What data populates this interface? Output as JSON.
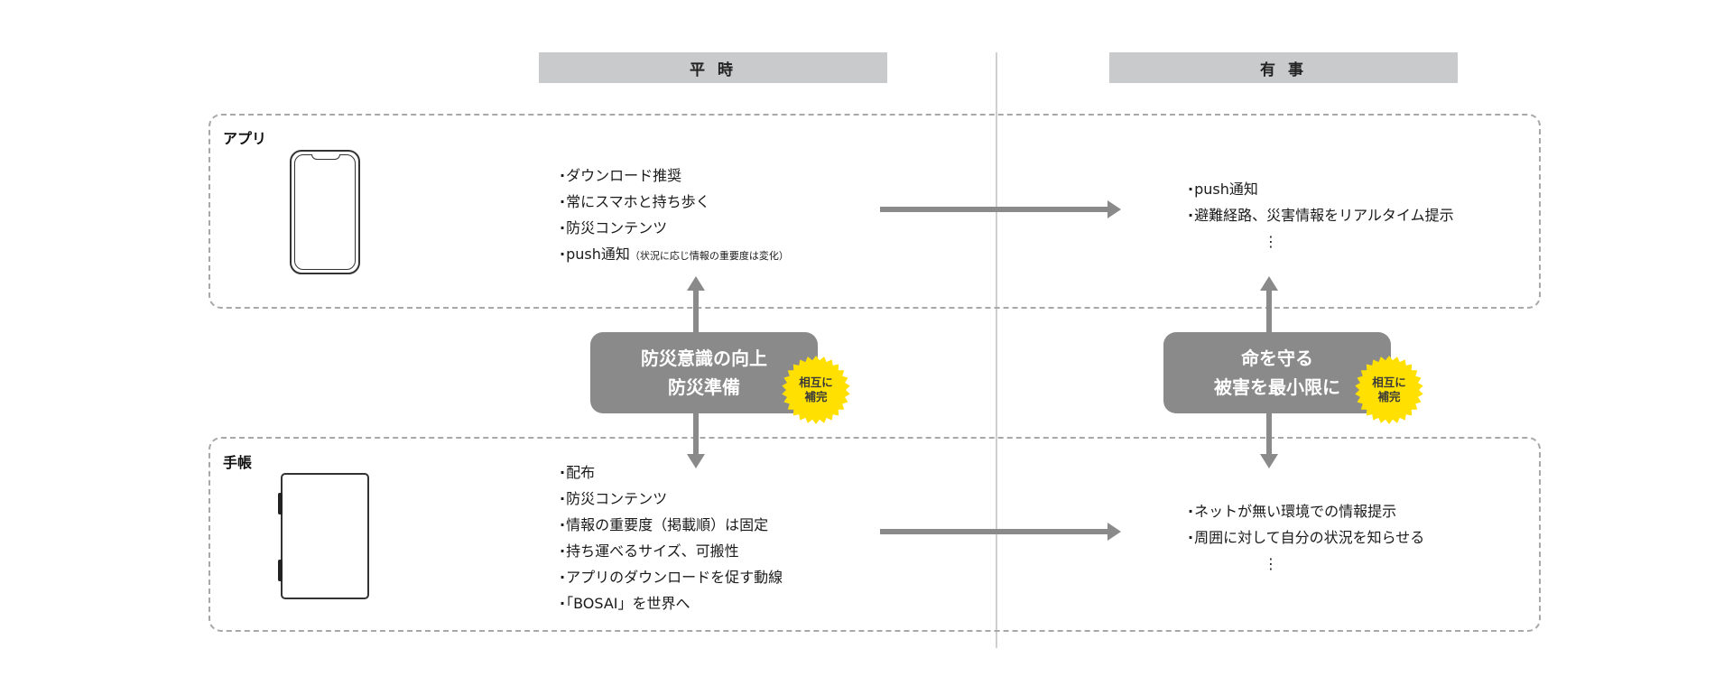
{
  "columns": {
    "peacetime": "平 時",
    "emergency": "有 事"
  },
  "sections": {
    "app_label": "アプリ",
    "notebook_label": "手帳"
  },
  "app": {
    "peacetime_items": [
      "ダウンロード推奨",
      "常にスマホと持ち歩く",
      "防災コンテンツ",
      "push通知"
    ],
    "push_note": "（状況に応じ情報の重要度は変化）",
    "emergency_items": [
      "push通知",
      "避難経路、災害情報をリアルタイム提示"
    ],
    "emergency_more": "⋮"
  },
  "notebook": {
    "peacetime_items": [
      "配布",
      "防災コンテンツ",
      "情報の重要度（掲載順）は固定",
      "持ち運べるサイズ、可搬性",
      "アプリのダウンロードを促す動線",
      "「BOSAI」を世界へ"
    ],
    "emergency_items": [
      "ネットが無い環境での情報提示",
      "周囲に対して自分の状況を知らせる"
    ],
    "emergency_more": "⋮"
  },
  "center": {
    "peacetime_lines": [
      "防災意識の向上",
      "防災準備"
    ],
    "emergency_lines": [
      "命を守る",
      "被害を最小限に"
    ],
    "badge_lines": [
      "相互に",
      "補完"
    ]
  },
  "colors": {
    "header_bg": "#c9cacb",
    "box_bg": "#8a8a8a",
    "arrow": "#8a8a8a",
    "badge": "#ffe000",
    "dash": "#a8a8a8"
  }
}
